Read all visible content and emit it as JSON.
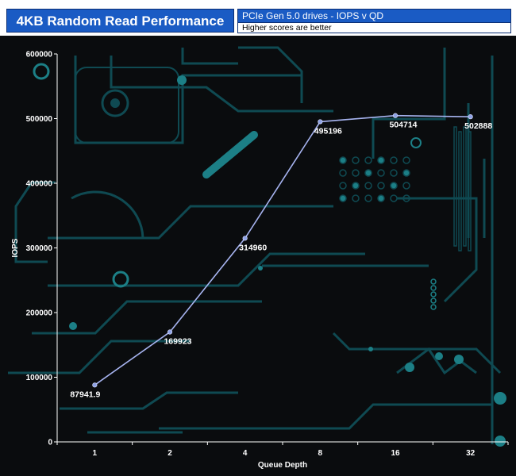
{
  "header": {
    "title": "4KB Random Read Performance",
    "subtitle": "PCIe Gen 5.0 drives - IOPS v QD",
    "note": "Higher scores are better"
  },
  "colors": {
    "plot_background": "#0a0c0e",
    "circuit": "#0f4a52",
    "circuit_bright": "#1c7f86",
    "series_line": "#a6b3ef",
    "series_marker": "#8fa2e6",
    "title_background": "#1a5bc4"
  },
  "chart_data": {
    "type": "line",
    "title": "4KB Random Read Performance",
    "subtitle": "PCIe Gen 5.0 drives - IOPS v QD",
    "xlabel": "Queue Depth",
    "ylabel": "IOPS",
    "categories": [
      "1",
      "2",
      "4",
      "8",
      "16",
      "32"
    ],
    "ylim": [
      0,
      600000
    ],
    "yticks": [
      "0",
      "100000",
      "200000",
      "300000",
      "400000",
      "500000",
      "600000"
    ],
    "grid": false,
    "series": [
      {
        "values": [
          87941.9,
          169923,
          314960,
          495196,
          504714,
          502888
        ],
        "labels": [
          "87941.9",
          "169923",
          "314960",
          "495196",
          "504714",
          "502888"
        ]
      }
    ]
  }
}
